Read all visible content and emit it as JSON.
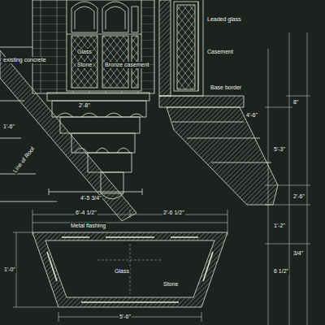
{
  "diagram": {
    "labels": [
      "existing concrete",
      "Glass",
      "Stone",
      "Bronze casement",
      "Leaded glass",
      "2'-8\"",
      "4'-5 3/4\"",
      "1'-6\"",
      "Metal flashing",
      "Base border",
      "Casement",
      "Line of Roof",
      "5'-3\"",
      "2'-6\"",
      "1'-2\"",
      "4'-6\"",
      "8\"",
      "6'-4 1/2\"",
      "2'-6 1/2\"",
      "1'-0\"",
      "3/4\"",
      "6 1/2\"",
      "5'-6\"",
      "Glass",
      "Stone"
    ]
  }
}
